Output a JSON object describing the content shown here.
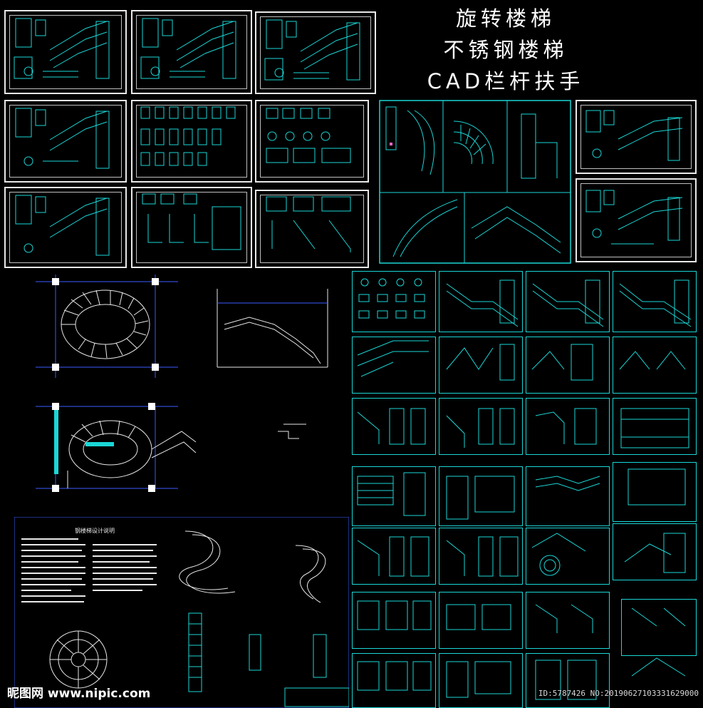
{
  "title": {
    "line1": "旋转楼梯",
    "line2": "不锈钢楼梯",
    "line3": "CAD栏杆扶手"
  },
  "watermark": {
    "text": "昵图网 www.nipic.com"
  },
  "image_id": {
    "text": "ID:5787426 NO:20190627103331629000"
  },
  "drawing_notes": {
    "heading": "钢楼梯设计说明"
  },
  "colors": {
    "background": "#000000",
    "cad_line": "#1ad6d6",
    "sheet_frame": "#e8e8e8",
    "accent_blue": "#3a5bff",
    "text": "#ffffff"
  }
}
